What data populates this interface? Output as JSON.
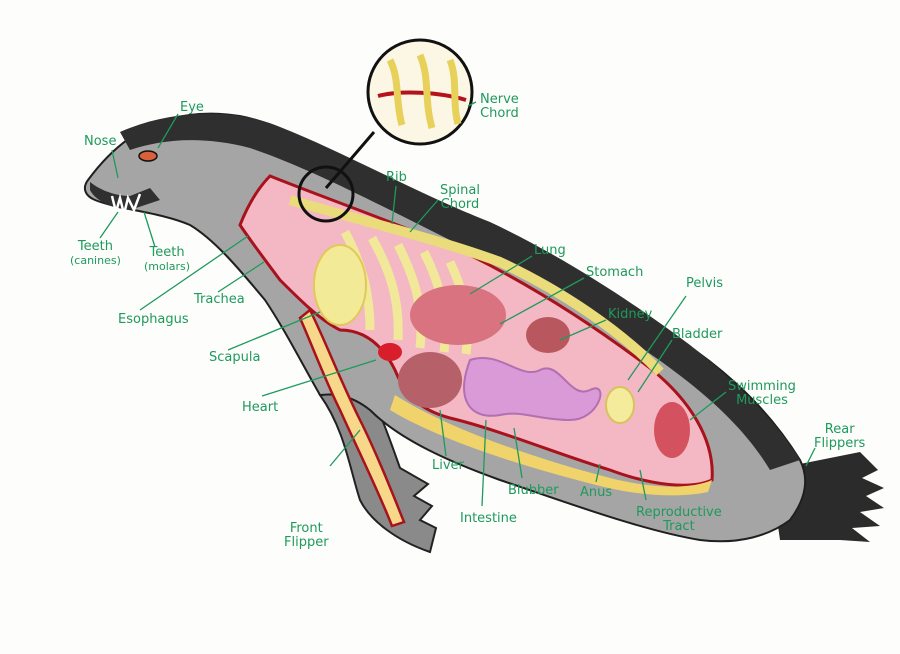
{
  "colors": {
    "label": "#1e9a5c",
    "outline": "#b5121b",
    "skin_dark": "#2a2a2a",
    "skin_light": "#9a9a9a",
    "flesh": "#f1b6c1",
    "bone": "#f6ef9c",
    "organ": "#c9606a",
    "intestine": "#d98fd0"
  },
  "labels": {
    "nose": "Nose",
    "eye": "Eye",
    "teeth_canines": "Teeth",
    "teeth_canines_sub": "(canines)",
    "teeth_molars": "Teeth",
    "teeth_molars_sub": "(molars)",
    "esophagus": "Esophagus",
    "trachea": "Trachea",
    "scapula": "Scapula",
    "heart": "Heart",
    "front_flipper_1": "Front",
    "front_flipper_2": "Flipper",
    "rib": "Rib",
    "spinal_chord_1": "Spinal",
    "spinal_chord_2": "Chord",
    "nerve_chord_1": "Nerve",
    "nerve_chord_2": "Chord",
    "lung": "Lung",
    "stomach": "Stomach",
    "kidney": "Kidney",
    "pelvis": "Pelvis",
    "bladder": "Bladder",
    "swimming_muscles_1": "Swimming",
    "swimming_muscles_2": "Muscles",
    "rear_flippers_1": "Rear",
    "rear_flippers_2": "Flippers",
    "liver": "Liver",
    "intestine": "Intestine",
    "blubber": "Blubber",
    "anus": "Anus",
    "reproductive_tract_1": "Reproductive",
    "reproductive_tract_2": "Tract"
  }
}
